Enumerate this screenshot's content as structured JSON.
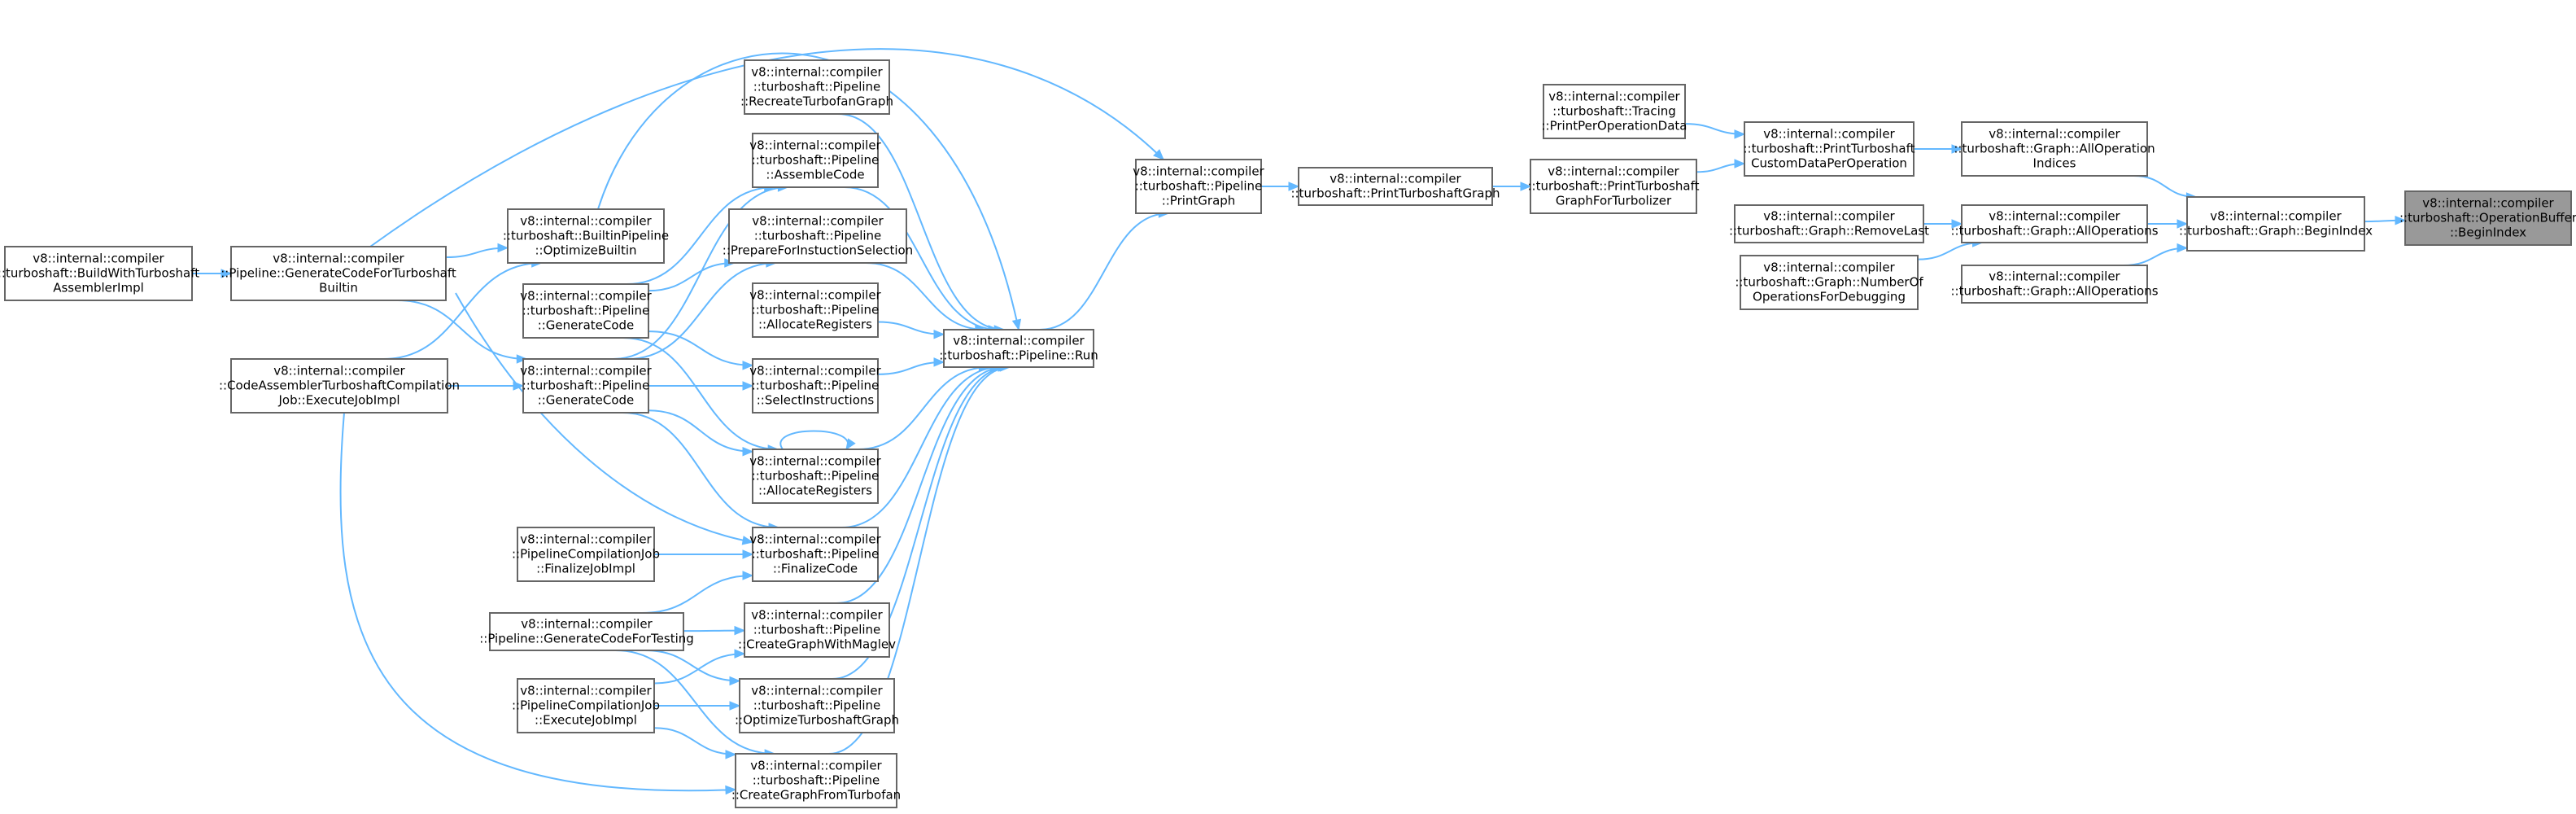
{
  "diagram": {
    "title": "",
    "nodes": [
      {
        "id": "build_with",
        "lines": [
          "v8::internal::compiler",
          "::turboshaft::BuildWithTurboshaft",
          "AssemblerImpl"
        ]
      },
      {
        "id": "gen_builtin",
        "lines": [
          "v8::internal::compiler",
          "::Pipeline::GenerateCodeForTurboshaft",
          "Builtin"
        ]
      },
      {
        "id": "code_assembler",
        "lines": [
          "v8::internal::compiler",
          "::CodeAssemblerTurboshaftCompilation",
          "Job::ExecuteJobImpl"
        ]
      },
      {
        "id": "optimize_builtin",
        "lines": [
          "v8::internal::compiler",
          "::turboshaft::BuiltinPipeline",
          "::OptimizeBuiltin"
        ]
      },
      {
        "id": "generate_code_a",
        "lines": [
          "v8::internal::compiler",
          "::turboshaft::Pipeline",
          "::GenerateCode"
        ]
      },
      {
        "id": "generate_code_b",
        "lines": [
          "v8::internal::compiler",
          "::turboshaft::Pipeline",
          "::GenerateCode"
        ]
      },
      {
        "id": "finalize_jobimpl",
        "lines": [
          "v8::internal::compiler",
          "::PipelineCompilationJob",
          "::FinalizeJobImpl"
        ]
      },
      {
        "id": "gen_testing",
        "lines": [
          "v8::internal::compiler",
          "::Pipeline::GenerateCodeForTesting"
        ]
      },
      {
        "id": "execute_jobimpl",
        "lines": [
          "v8::internal::compiler",
          "::PipelineCompilationJob",
          "::ExecuteJobImpl"
        ]
      },
      {
        "id": "recreate_turbofan",
        "lines": [
          "v8::internal::compiler",
          "::turboshaft::Pipeline",
          "::RecreateTurbofanGraph"
        ]
      },
      {
        "id": "assemble_code",
        "lines": [
          "v8::internal::compiler",
          "::turboshaft::Pipeline",
          "::AssembleCode"
        ]
      },
      {
        "id": "prepare_isel",
        "lines": [
          "v8::internal::compiler",
          "::turboshaft::Pipeline",
          "::PrepareForInstuctionSelection"
        ]
      },
      {
        "id": "allocate_regs_a",
        "lines": [
          "v8::internal::compiler",
          "::turboshaft::Pipeline",
          "::AllocateRegisters"
        ]
      },
      {
        "id": "select_instr",
        "lines": [
          "v8::internal::compiler",
          "::turboshaft::Pipeline",
          "::SelectInstructions"
        ]
      },
      {
        "id": "allocate_regs_b",
        "lines": [
          "v8::internal::compiler",
          "::turboshaft::Pipeline",
          "::AllocateRegisters"
        ]
      },
      {
        "id": "finalize_code",
        "lines": [
          "v8::internal::compiler",
          "::turboshaft::Pipeline",
          "::FinalizeCode"
        ]
      },
      {
        "id": "create_maglev",
        "lines": [
          "v8::internal::compiler",
          "::turboshaft::Pipeline",
          "::CreateGraphWithMaglev"
        ]
      },
      {
        "id": "optimize_ts",
        "lines": [
          "v8::internal::compiler",
          "::turboshaft::Pipeline",
          "::OptimizeTurboshaftGraph"
        ]
      },
      {
        "id": "create_turbofan",
        "lines": [
          "v8::internal::compiler",
          "::turboshaft::Pipeline",
          "::CreateGraphFromTurbofan"
        ]
      },
      {
        "id": "pipeline_run",
        "lines": [
          "v8::internal::compiler",
          "::turboshaft::Pipeline::Run"
        ]
      },
      {
        "id": "print_graph",
        "lines": [
          "v8::internal::compiler",
          "::turboshaft::Pipeline",
          "::PrintGraph"
        ]
      },
      {
        "id": "print_ts_graph",
        "lines": [
          "v8::internal::compiler",
          "::turboshaft::PrintTurboshaftGraph"
        ]
      },
      {
        "id": "print_ts_turbolizer",
        "lines": [
          "v8::internal::compiler",
          "::turboshaft::PrintTurboshaft",
          "GraphForTurbolizer"
        ]
      },
      {
        "id": "tracing_print",
        "lines": [
          "v8::internal::compiler",
          "::turboshaft::Tracing",
          "::PrintPerOperationData"
        ]
      },
      {
        "id": "print_custom",
        "lines": [
          "v8::internal::compiler",
          "::turboshaft::PrintTurboshaft",
          "CustomDataPerOperation"
        ]
      },
      {
        "id": "remove_last",
        "lines": [
          "v8::internal::compiler",
          "::turboshaft::Graph::RemoveLast"
        ]
      },
      {
        "id": "number_of_ops",
        "lines": [
          "v8::internal::compiler",
          "::turboshaft::Graph::NumberOf",
          "OperationsForDebugging"
        ]
      },
      {
        "id": "all_op_indices",
        "lines": [
          "v8::internal::compiler",
          "::turboshaft::Graph::AllOperation",
          "Indices"
        ]
      },
      {
        "id": "all_ops_a",
        "lines": [
          "v8::internal::compiler",
          "::turboshaft::Graph::AllOperations"
        ]
      },
      {
        "id": "all_ops_b",
        "lines": [
          "v8::internal::compiler",
          "::turboshaft::Graph::AllOperations"
        ]
      },
      {
        "id": "graph_begin",
        "lines": [
          "v8::internal::compiler",
          "::turboshaft::Graph::BeginIndex"
        ]
      },
      {
        "id": "opbuffer_begin",
        "lines": [
          "v8::internal::compiler",
          "::turboshaft::OperationBuffer",
          "::BeginIndex"
        ],
        "highlighted": true
      }
    ],
    "edges": [
      [
        "build_with",
        "gen_builtin"
      ],
      [
        "gen_builtin",
        "optimize_builtin"
      ],
      [
        "gen_builtin",
        "generate_code_b"
      ],
      [
        "gen_builtin",
        "finalize_code"
      ],
      [
        "gen_builtin",
        "print_graph"
      ],
      [
        "code_assembler",
        "optimize_builtin"
      ],
      [
        "code_assembler",
        "generate_code_b"
      ],
      [
        "code_assembler",
        "create_turbofan"
      ],
      [
        "optimize_builtin",
        "pipeline_run"
      ],
      [
        "generate_code_a",
        "assemble_code"
      ],
      [
        "generate_code_a",
        "prepare_isel"
      ],
      [
        "generate_code_a",
        "select_instr"
      ],
      [
        "generate_code_a",
        "allocate_regs_b"
      ],
      [
        "generate_code_b",
        "assemble_code"
      ],
      [
        "generate_code_b",
        "prepare_isel"
      ],
      [
        "generate_code_b",
        "select_instr"
      ],
      [
        "generate_code_b",
        "allocate_regs_b"
      ],
      [
        "generate_code_b",
        "finalize_code"
      ],
      [
        "finalize_jobimpl",
        "finalize_code"
      ],
      [
        "gen_testing",
        "finalize_code"
      ],
      [
        "gen_testing",
        "create_maglev"
      ],
      [
        "gen_testing",
        "optimize_ts"
      ],
      [
        "gen_testing",
        "create_turbofan"
      ],
      [
        "execute_jobimpl",
        "create_maglev"
      ],
      [
        "execute_jobimpl",
        "optimize_ts"
      ],
      [
        "execute_jobimpl",
        "create_turbofan"
      ],
      [
        "recreate_turbofan",
        "pipeline_run"
      ],
      [
        "assemble_code",
        "pipeline_run"
      ],
      [
        "prepare_isel",
        "pipeline_run"
      ],
      [
        "allocate_regs_a",
        "pipeline_run"
      ],
      [
        "select_instr",
        "pipeline_run"
      ],
      [
        "allocate_regs_b",
        "pipeline_run"
      ],
      [
        "allocate_regs_b",
        "allocate_regs_b"
      ],
      [
        "finalize_code",
        "pipeline_run"
      ],
      [
        "create_maglev",
        "pipeline_run"
      ],
      [
        "optimize_ts",
        "pipeline_run"
      ],
      [
        "create_turbofan",
        "pipeline_run"
      ],
      [
        "pipeline_run",
        "print_graph"
      ],
      [
        "print_graph",
        "print_ts_graph"
      ],
      [
        "print_ts_graph",
        "print_ts_turbolizer"
      ],
      [
        "print_ts_turbolizer",
        "print_custom"
      ],
      [
        "tracing_print",
        "print_custom"
      ],
      [
        "print_custom",
        "all_op_indices"
      ],
      [
        "remove_last",
        "all_ops_a"
      ],
      [
        "number_of_ops",
        "all_ops_a"
      ],
      [
        "all_op_indices",
        "graph_begin"
      ],
      [
        "all_ops_a",
        "graph_begin"
      ],
      [
        "all_ops_b",
        "graph_begin"
      ],
      [
        "graph_begin",
        "opbuffer_begin"
      ]
    ]
  }
}
